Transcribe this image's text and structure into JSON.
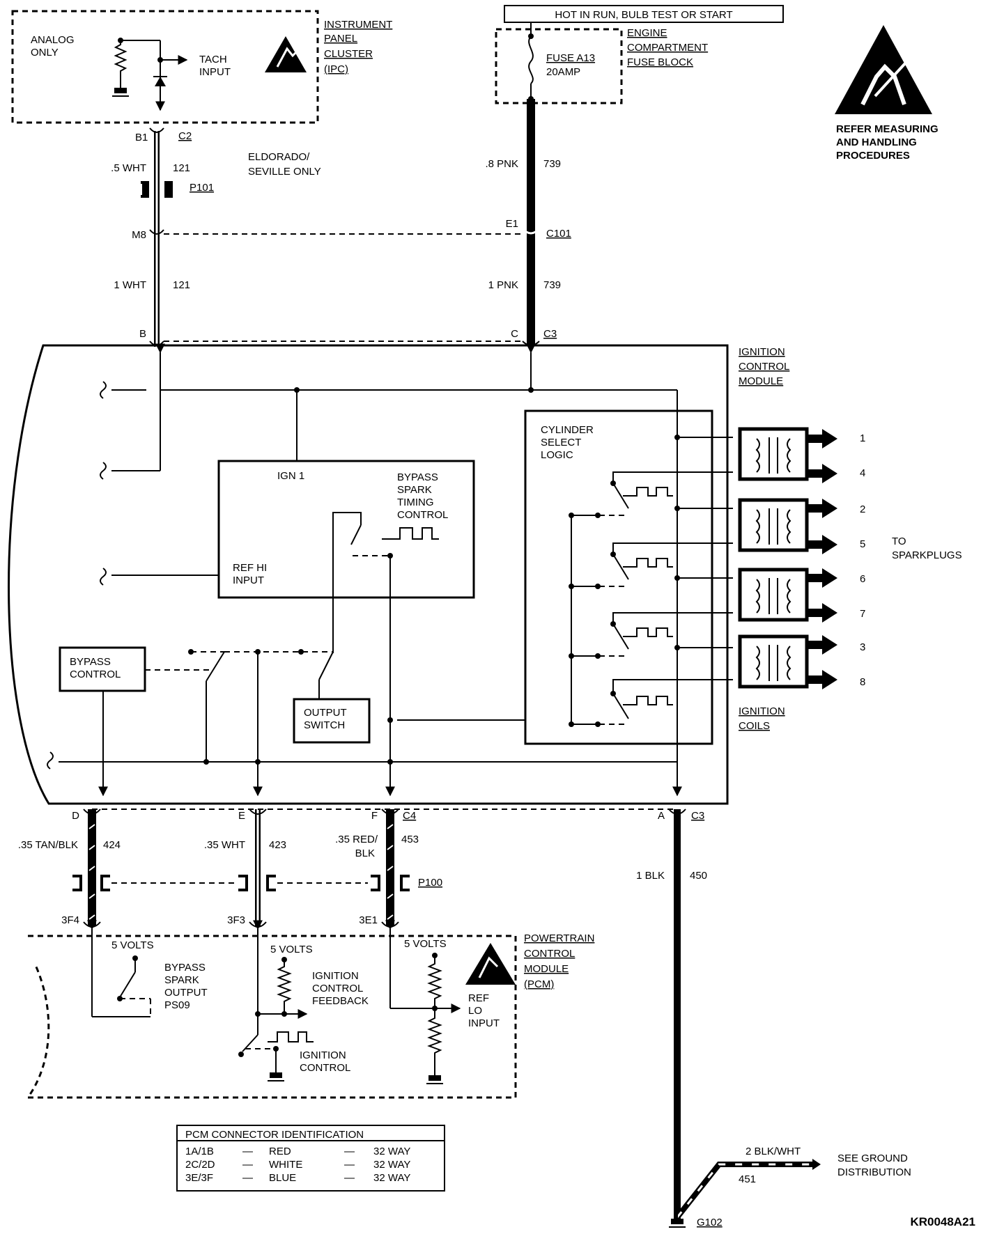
{
  "hot_label": "HOT IN RUN,  BULB TEST OR START",
  "esd_note": [
    "REFER MEASURING",
    "AND HANDLING",
    "PROCEDURES"
  ],
  "ipc": {
    "analog": [
      "ANALOG",
      "ONLY"
    ],
    "tach": [
      "TACH",
      "INPUT"
    ],
    "name": [
      "INSTRUMENT",
      "PANEL",
      "CLUSTER",
      "(IPC)"
    ]
  },
  "fuse": {
    "name": "FUSE A13",
    "rating": "20AMP",
    "block": [
      "ENGINE",
      "COMPARTMENT",
      "FUSE BLOCK"
    ]
  },
  "connectors": {
    "b1": "B1",
    "c2": "C2",
    "p101": "P101",
    "m8": "M8",
    "e1": "E1",
    "c101": "C101",
    "b": "B",
    "c": "C",
    "c3_top": "C3",
    "d": "D",
    "e": "E",
    "f": "F",
    "c4": "C4",
    "a": "A",
    "c3_bottom": "C3",
    "p100": "P100",
    "pin_3f4": "3F4",
    "pin_3f3": "3F3",
    "pin_3e1": "3E1",
    "g102": "G102"
  },
  "wires": {
    "w121_top_gauge": ".5 WHT",
    "w121_top_num": "121",
    "w739_top_gauge": ".8 PNK",
    "w739_top_num": "739",
    "w121_bot_gauge": "1 WHT",
    "w121_bot_num": "121",
    "w739_bot_gauge": "1  PNK",
    "w739_bot_num": "739",
    "w424_gauge": ".35 TAN/BLK",
    "w424_num": "424",
    "w423_gauge": ".35 WHT",
    "w423_num": "423",
    "w453_gauge_1": ".35 RED/",
    "w453_gauge_2": "BLK",
    "w453_num": "453",
    "w450_gauge": "1 BLK",
    "w450_num": "450",
    "w451_gauge": "2 BLK/WHT",
    "w451_num": "451"
  },
  "eldorado_note": [
    "ELDORADO/",
    "SEVILLE ONLY"
  ],
  "icm": {
    "name": [
      "IGNITION",
      "CONTROL",
      "MODULE"
    ],
    "ign1": "IGN 1",
    "bypass_timing": [
      "BYPASS",
      "SPARK",
      "TIMING",
      "CONTROL"
    ],
    "ref_hi": [
      "REF HI",
      "INPUT"
    ],
    "cylinder_logic": [
      "CYLINDER",
      "SELECT",
      "LOGIC"
    ],
    "bypass_control": [
      "BYPASS",
      "CONTROL"
    ],
    "output_switch": [
      "OUTPUT",
      "SWITCH"
    ],
    "coils_label": [
      "IGNITION",
      "COILS"
    ],
    "sparkplugs": [
      "TO",
      "SPARKPLUGS"
    ],
    "cylinders": [
      "1",
      "4",
      "2",
      "5",
      "6",
      "7",
      "3",
      "8"
    ]
  },
  "pcm": {
    "name": [
      "POWERTRAIN",
      "CONTROL",
      "MODULE",
      "(PCM)"
    ],
    "v1": "5 VOLTS",
    "v2": "5 VOLTS",
    "v3": "5 VOLTS",
    "bypass_output": [
      "BYPASS",
      "SPARK",
      "OUTPUT",
      "PS09"
    ],
    "feedback": [
      "IGNITION",
      "CONTROL",
      "FEEDBACK"
    ],
    "control": [
      "IGNITION",
      "CONTROL"
    ],
    "ref_lo": [
      "REF",
      "LO",
      "INPUT"
    ]
  },
  "connector_table": {
    "title": "PCM CONNECTOR IDENTIFICATION",
    "rows": [
      {
        "pins": "1A/1B",
        "dash1": "—",
        "color": "RED",
        "dash2": "—",
        "ways": "32 WAY"
      },
      {
        "pins": "2C/2D",
        "dash1": "—",
        "color": "WHITE",
        "dash2": "—",
        "ways": "32 WAY"
      },
      {
        "pins": "3E/3F",
        "dash1": "—",
        "color": "BLUE",
        "dash2": "—",
        "ways": "32 WAY"
      }
    ]
  },
  "ground_note": [
    "SEE GROUND",
    "DISTRIBUTION"
  ],
  "figure_code": "KR0048A21"
}
